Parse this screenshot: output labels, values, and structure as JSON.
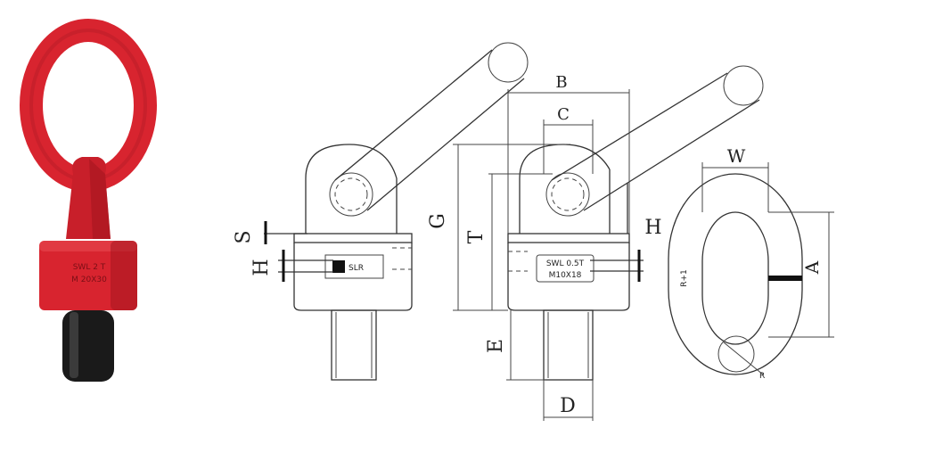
{
  "photo": {
    "marking_line1": "SWL 2 T",
    "marking_line2": "M 20X30",
    "colors": {
      "body": "#d8242f",
      "shadow": "#9e1520",
      "bolt": "#1a1a1a"
    }
  },
  "side_view": {
    "dim_S": "S",
    "dim_H": "H",
    "tag": "SLR"
  },
  "front_view": {
    "dim_B": "B",
    "dim_C": "C",
    "dim_G": "G",
    "dim_T": "T",
    "dim_E": "E",
    "dim_D": "D",
    "dim_H": "H",
    "tag_line1": "SWL 0.5T",
    "tag_line2": "M10X18"
  },
  "ring_view": {
    "dim_W": "W",
    "dim_A": "A",
    "side_label": "R+1",
    "corner_label": "R"
  }
}
